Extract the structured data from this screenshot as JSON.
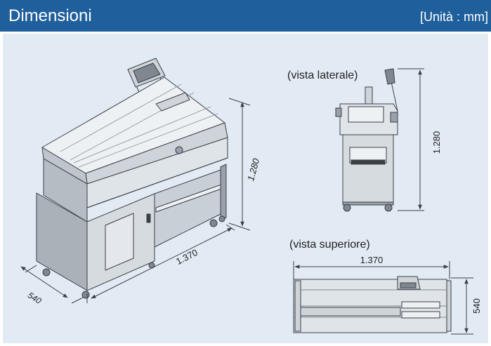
{
  "header": {
    "title": "Dimensioni",
    "unit": "[Unità : mm]"
  },
  "iso_view": {
    "height_label": "1.280",
    "length_label": "1.370",
    "depth_label": "540"
  },
  "side_view": {
    "caption": "(vista laterale)",
    "height_label": "1.280"
  },
  "top_view": {
    "caption": "(vista superiore)",
    "length_label": "1.370",
    "depth_label": "540"
  },
  "colors": {
    "header": "#1f5f9c",
    "panel": "#e2ebf3",
    "machine_light": "#eef1f4",
    "machine_mid": "#cfd4da",
    "machine_dark": "#9aa1aa",
    "outline": "#3a3f46"
  }
}
